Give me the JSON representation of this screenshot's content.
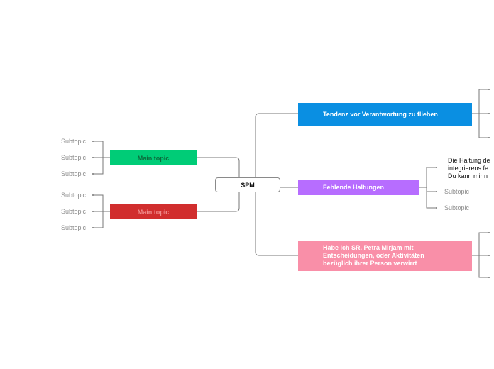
{
  "map": {
    "center": "SPM",
    "left": [
      {
        "label": "Main topic",
        "color": "#00cc77",
        "text_color": "#0b6b3c",
        "subtopics": [
          "Subtopic",
          "Subtopic",
          "Subtopic"
        ]
      },
      {
        "label": "Main topic",
        "color": "#d12e2e",
        "text_color": "#f08c8c",
        "subtopics": [
          "Subtopic",
          "Subtopic",
          "Subtopic"
        ]
      }
    ],
    "right": [
      {
        "label": "Tendenz vor Verantwortung zu fliehen",
        "color": "#0a8fe2"
      },
      {
        "label": "Fehlende Haltungen",
        "color": "#b76dff",
        "note": [
          "Die Haltung de",
          "integrierens fe",
          "Du kann mir n"
        ],
        "subtopics": [
          "Subtopic",
          "Subtopic"
        ]
      },
      {
        "label": "Habe ich SR. Petra Mirjam mit Entscheidungen, oder Aktivitäten bezüglich ihrer Person verwirrt",
        "color": "#f98fa8"
      }
    ]
  }
}
